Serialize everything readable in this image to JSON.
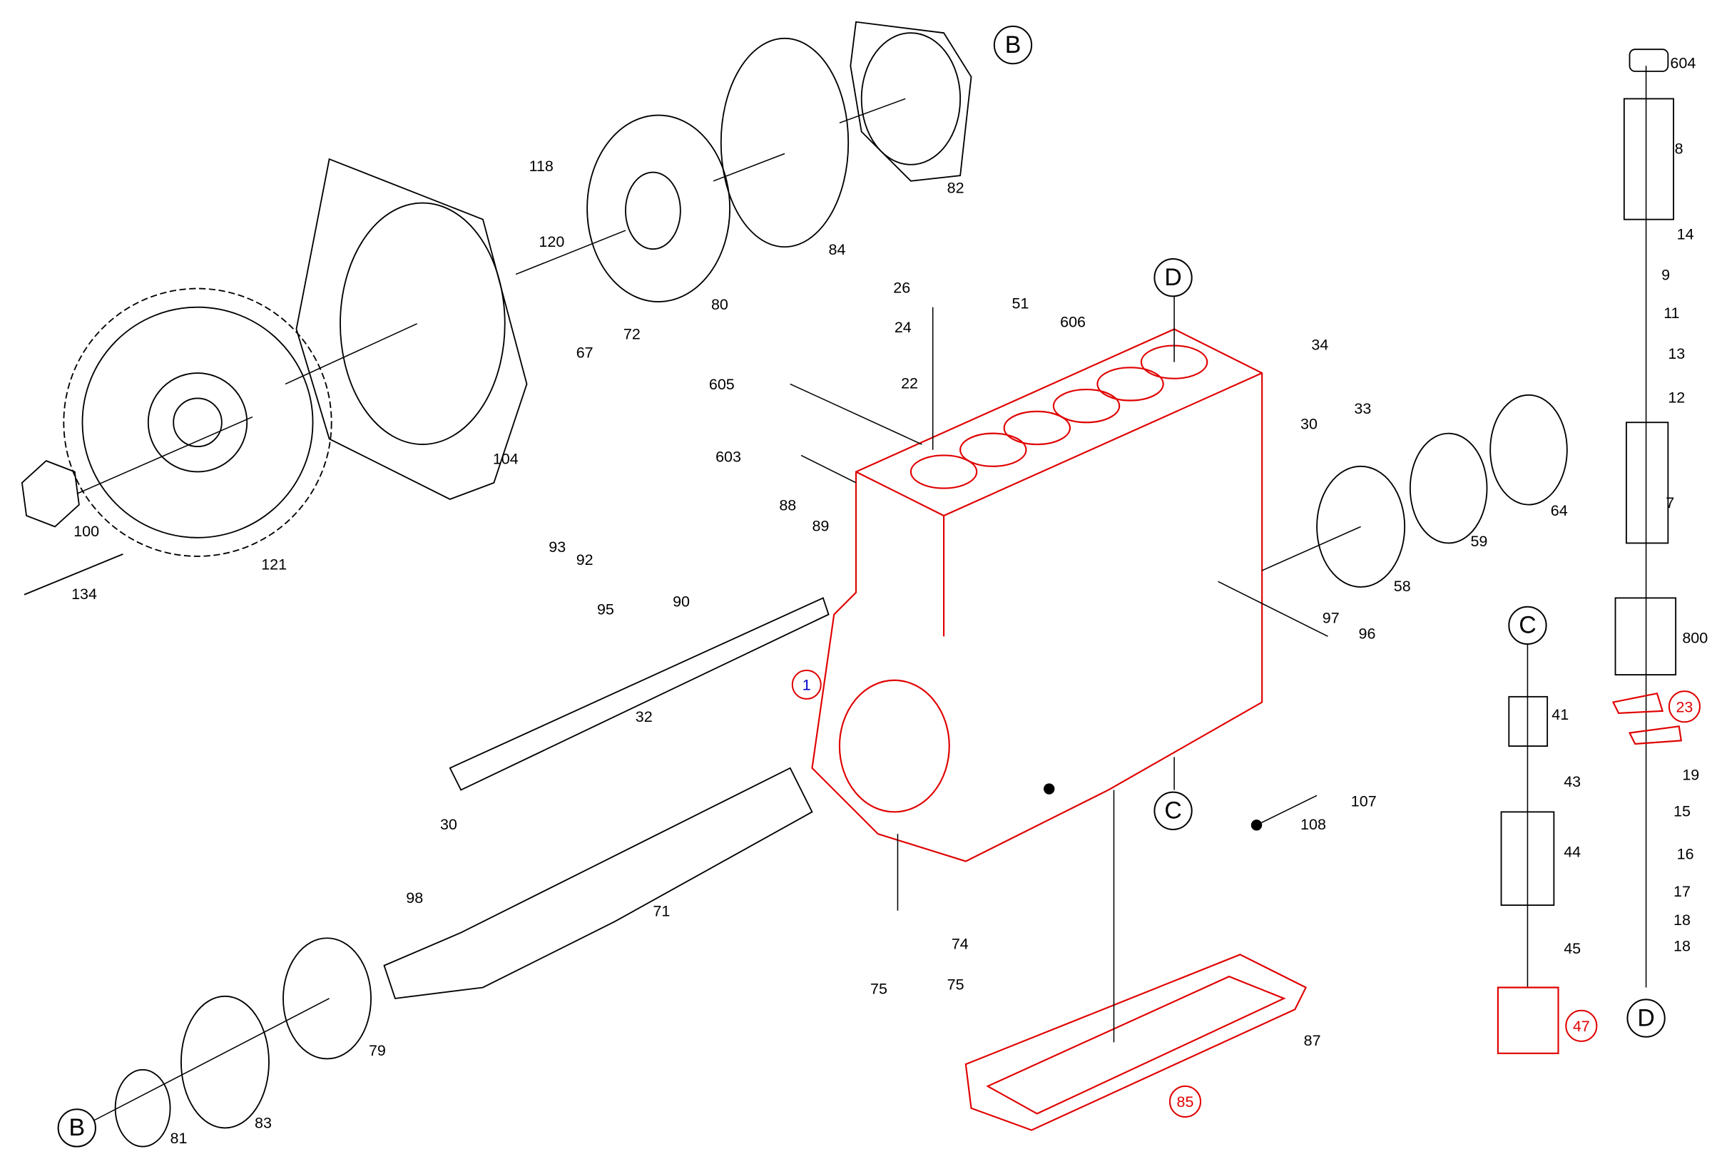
{
  "title": "Injection pump exploded parts diagram",
  "colors": {
    "highlight": "#e00000",
    "main_part": "#0000cc",
    "line": "#000000"
  },
  "part_labels": [
    "604",
    "8",
    "14",
    "9",
    "11",
    "13",
    "12",
    "7",
    "800",
    "19",
    "15",
    "16",
    "17",
    "18",
    "18",
    "41",
    "43",
    "44",
    "45",
    "82",
    "84",
    "80",
    "118",
    "120",
    "67",
    "72",
    "104",
    "100",
    "121",
    "134",
    "26",
    "24",
    "51",
    "606",
    "22",
    "605",
    "603",
    "34",
    "30",
    "33",
    "88",
    "89",
    "93",
    "92",
    "95",
    "90",
    "32",
    "30",
    "64",
    "59",
    "58",
    "97",
    "96",
    "108",
    "107",
    "98",
    "71",
    "74",
    "75",
    "75",
    "79",
    "83",
    "81",
    "87"
  ],
  "highlighted_labels": [
    "23",
    "47",
    "85"
  ],
  "main_label": "1",
  "section_markers": [
    "B",
    "B",
    "C",
    "C",
    "D",
    "D"
  ]
}
